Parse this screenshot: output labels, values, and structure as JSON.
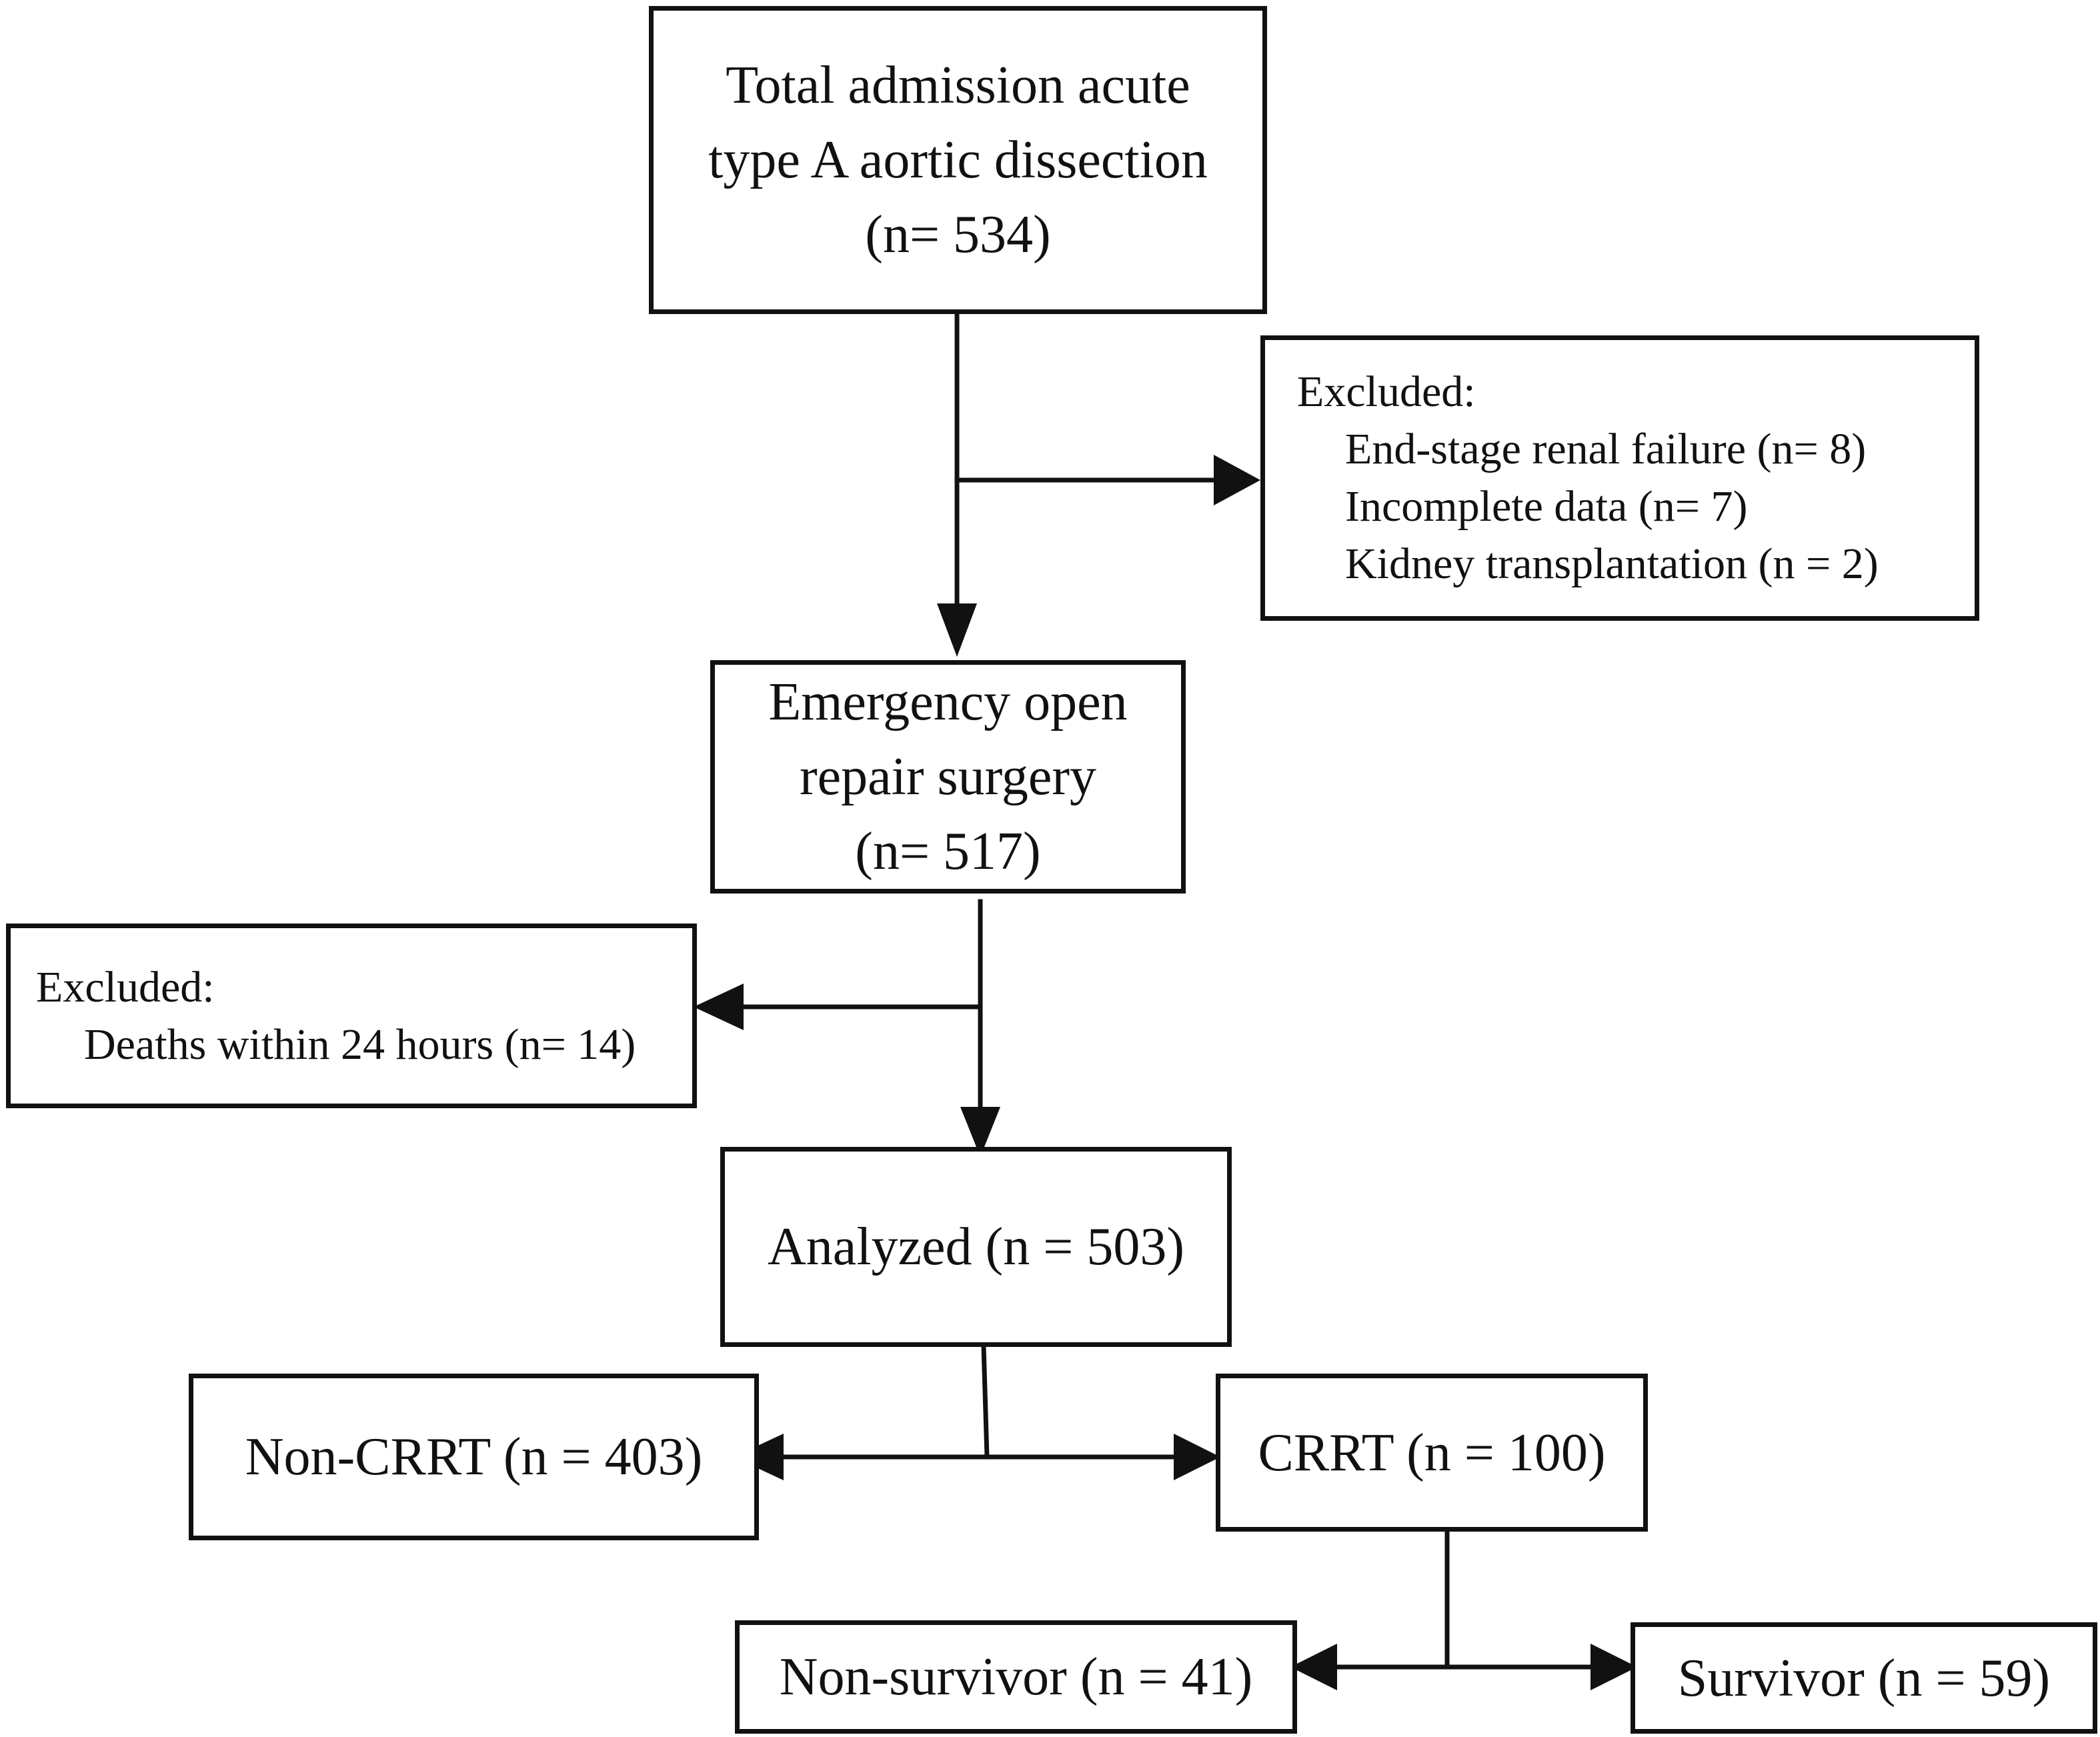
{
  "nodes": {
    "total": {
      "lines": [
        "Total admission acute",
        "type A aortic dissection",
        "(n= 534)"
      ]
    },
    "excluded_1": {
      "heading": "Excluded:",
      "items": [
        "End-stage renal failure (n= 8)",
        "Incomplete data (n= 7)",
        "Kidney transplantation (n = 2)"
      ]
    },
    "surgery": {
      "lines": [
        "Emergency open",
        "repair surgery",
        "(n= 517)"
      ]
    },
    "excluded_2": {
      "heading": "Excluded:",
      "items": [
        "Deaths within 24 hours (n= 14)"
      ]
    },
    "analyzed": {
      "label": "Analyzed (n = 503)"
    },
    "non_crrt": {
      "label": "Non-CRRT (n = 403)"
    },
    "crrt": {
      "label": "CRRT (n = 100)"
    },
    "non_survivor": {
      "label": "Non-survivor (n = 41)"
    },
    "survivor": {
      "label": "Survivor (n = 59)"
    }
  },
  "colors": {
    "stroke": "#111111",
    "background": "#ffffff"
  }
}
